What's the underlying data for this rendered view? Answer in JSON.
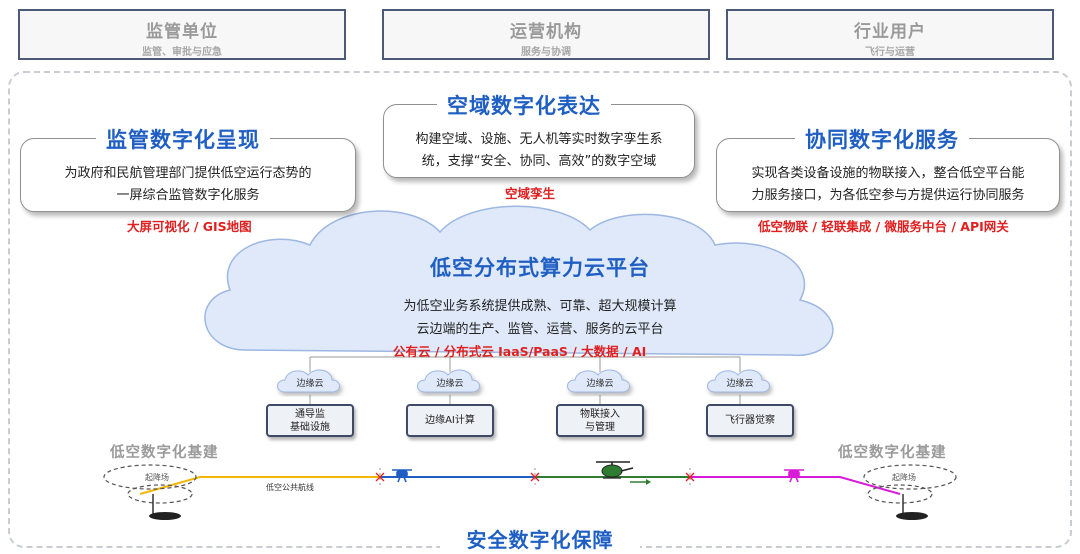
{
  "top_boxes": [
    {
      "title": "监管单位",
      "subtitle": "监管、审批与应急"
    },
    {
      "title": "运营机构",
      "subtitle": "服务与协调"
    },
    {
      "title": "行业用户",
      "subtitle": "飞行与运营"
    }
  ],
  "left_card": {
    "title": "监管数字化呈现",
    "lines": [
      "为政府和民航管理部门提供低空运行态势的",
      "一屏综合监管数字化服务"
    ],
    "tags": "大屏可视化 / GIS地图"
  },
  "center_card": {
    "title": "空域数字化表达",
    "lines": [
      "构建空域、设施、无人机等实时数字孪生系",
      "统，支撑“安全、协同、高效”的数字空域"
    ],
    "tags": "空域孪生"
  },
  "right_card": {
    "title": "协同数字化服务",
    "lines": [
      "实现各类设备设施的物联接入，整合低空平台能",
      "力服务接口，为各低空参与方提供运行协同服务"
    ],
    "tags": "低空物联 / 轻联集成 / 微服务中台 / API网关"
  },
  "cloud": {
    "title": "低空分布式算力云平台",
    "lines": [
      "为低空业务系统提供成熟、可靠、超大规模计算",
      "云边端的生产、监管、运营、服务的云平台"
    ],
    "tags": "公有云 / 分布式云 IaaS/PaaS / 大数据 / AI"
  },
  "edges": [
    {
      "cloud_label": "边缘云",
      "box_lines": [
        "通导监",
        "基础设施"
      ]
    },
    {
      "cloud_label": "边缘云",
      "box_lines": [
        "边缘AI计算"
      ]
    },
    {
      "cloud_label": "边缘云",
      "box_lines": [
        "物联接入",
        "与管理"
      ]
    },
    {
      "cloud_label": "边缘云",
      "box_lines": [
        "飞行器觉察"
      ]
    }
  ],
  "infra_left": "低空数字化基建",
  "infra_right": "低空数字化基建",
  "pad_left": "起降场",
  "pad_right": "起降场",
  "route_label": "低空公共航线",
  "bottom_title": "安全数字化保障",
  "colors": {
    "title_blue": "#1f5fc4",
    "tag_red": "#e02020",
    "route_yellow": "#f2b705",
    "route_blue": "#1f5fc4",
    "route_green": "#2e7d32",
    "route_magenta": "#d81bd8"
  }
}
